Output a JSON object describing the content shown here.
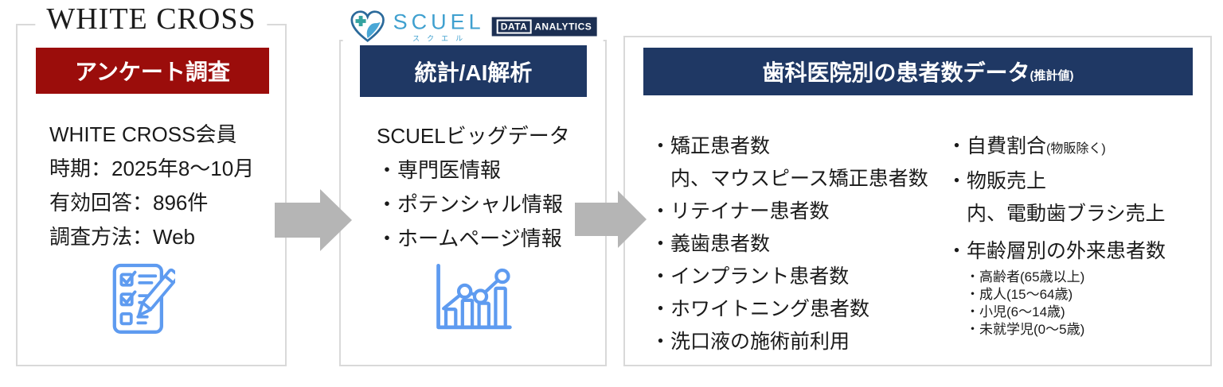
{
  "colors": {
    "red_banner": "#9B0D0B",
    "navy_banner": "#1F3864",
    "badge_bg": "#1C2F52",
    "scuel_blue": "#3FA0CF",
    "icon_blue": "#5E9BF0",
    "arrow_gray": "#B5B5B5",
    "panel_border": "#D9D9D9",
    "text": "#1A1A1A"
  },
  "panels": [
    {
      "title": "WHITE CROSS",
      "banner": "アンケート調査",
      "lines": [
        "WHITE CROSS会員",
        "時期：2025年8～10月",
        "有効回答：896件",
        "調査方法：Web"
      ],
      "icon": "survey-checklist-icon"
    },
    {
      "logo": {
        "brand": "SCUEL",
        "kana": "スクエル",
        "badge_data": "DATA",
        "badge_analytics": "ANALYTICS"
      },
      "banner": "統計/AI解析",
      "lines": [
        "SCUELビッグデータ",
        "・専門医情報",
        "・ポテンシャル情報",
        "・ホームページ情報"
      ],
      "icon": "bar-line-chart-icon"
    },
    {
      "banner": "歯科医院別の患者数データ",
      "banner_note": "(推計値)",
      "left_items": [
        "・矯正患者数",
        "　内、マウスピース矯正患者数",
        "・リテイナー患者数",
        "・義歯患者数",
        "・インプラント患者数",
        "・ホワイトニング患者数",
        "・洗口液の施術前利用"
      ],
      "right_item1": "・自費割合",
      "right_item1_note": "(物販除く)",
      "right_item2": "・物販売上",
      "right_item3": "　内、電動歯ブラシ売上",
      "right_item4": "・年齢層別の外来患者数",
      "age_groups": [
        "・高齢者(65歳以上)",
        "・成人(15～64歳)",
        "・小児(6～14歳)",
        "・未就学児(0～5歳)"
      ]
    }
  ]
}
